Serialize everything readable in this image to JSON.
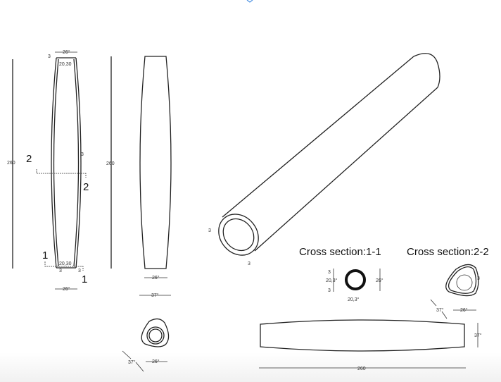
{
  "drawing": {
    "front_view": {
      "height_dim": "260",
      "top_outer_dim": "26°",
      "top_inner_dim": "20,30",
      "wall_top": "3",
      "wall_mid": "3",
      "bottom_inner_dim": "20,30",
      "wall_bottom_left": "3",
      "wall_bottom_right": "3",
      "bottom_outer_dim": "26°",
      "section_2_left": "2",
      "section_2_right": "2",
      "section_1_left": "1",
      "section_1_right": "1"
    },
    "side_view": {
      "height_dim": "260",
      "bottom_dim": "26°",
      "width_dim": "37°",
      "plan_diag_dim": "37°",
      "plan_width_dim": "26°"
    },
    "iso_view": {
      "wall_dim_1": "3",
      "wall_dim_2": "3"
    },
    "section_1_1": {
      "title": "Cross section:1-1",
      "wall_top": "3",
      "inner_dim": "20,3°",
      "wall_bottom": "3",
      "outer_dim": "26°",
      "inner_width_dim": "20,3°"
    },
    "section_2_2": {
      "title": "Cross section:2-2",
      "wall_dim": "3",
      "diag_dim": "37°",
      "width_dim": "26°"
    },
    "plan_view": {
      "height_dim": "37°",
      "length_dim": "260"
    }
  },
  "colors": {
    "line": "#222222",
    "top_marker": "#4a90e2"
  }
}
